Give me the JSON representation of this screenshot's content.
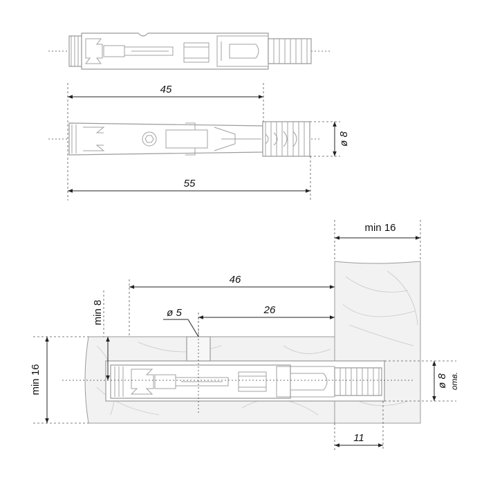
{
  "dimensions": {
    "top_length_45": "45",
    "top_length_55": "55",
    "top_diameter": "ø 8",
    "min16_panel": "min 16",
    "len_46": "46",
    "len_26": "26",
    "diam_5": "ø 5",
    "min8": "min 8",
    "min16_side": "min 16",
    "diam_8_hole": "ø 8",
    "hole_note": "отв.",
    "len_11": "11"
  },
  "colors": {
    "line": "#9a9a9a",
    "dimension": "#222222",
    "wood": "#f2f2f2"
  }
}
